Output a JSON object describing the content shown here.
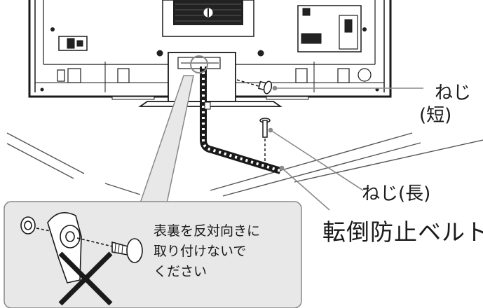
{
  "labels": {
    "screw_short_line1": "ねじ",
    "screw_short_line2": "(短)",
    "screw_long": "ねじ(長)",
    "anti_tip_belt": "転倒防止ベルト"
  },
  "callout": {
    "lines": [
      "表裏を反対向きに",
      "取り付けないで",
      "ください"
    ]
  },
  "colors": {
    "line": "#1a1a1a",
    "callout_fill": "#e8e8e8",
    "callout_border": "#888888",
    "leader": "#8a8a8a"
  }
}
